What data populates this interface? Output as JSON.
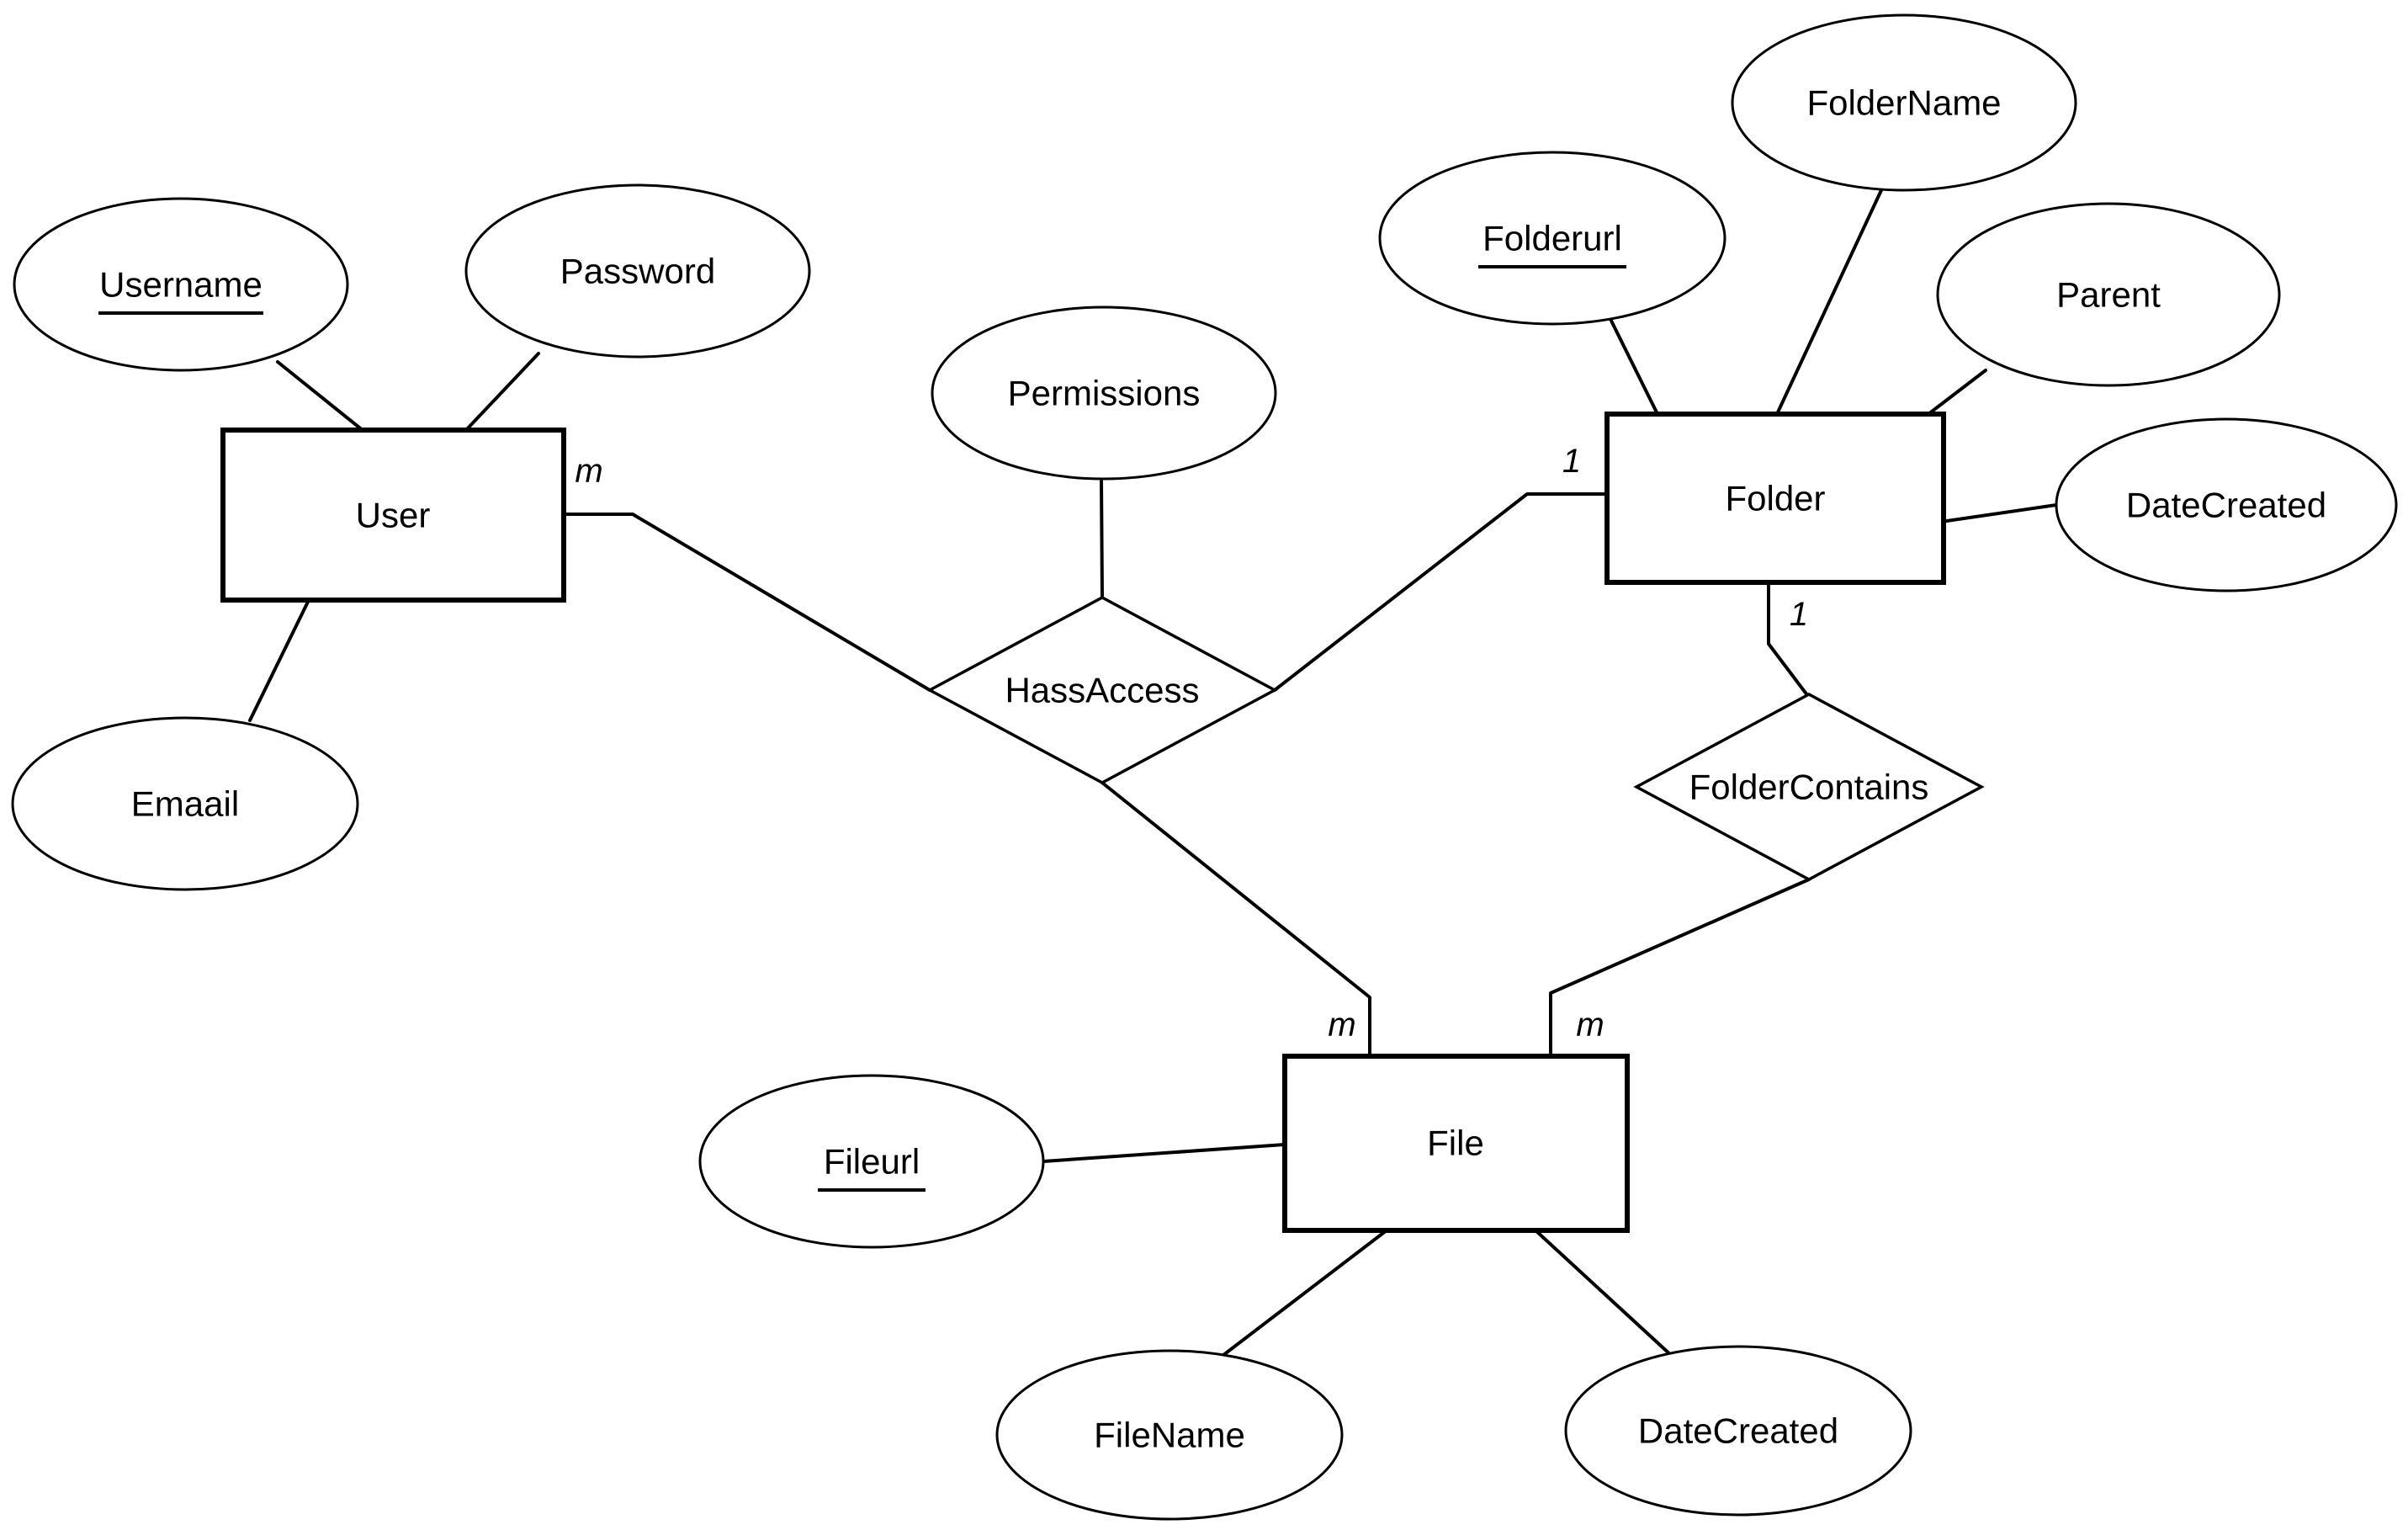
{
  "diagram": {
    "kind": "er-diagram",
    "background_color": "#ffffff",
    "stroke_color": "#000000",
    "entities": [
      {
        "label": "User"
      },
      {
        "label": "Folder"
      },
      {
        "label": "File"
      }
    ],
    "relationships": [
      {
        "label": "HassAccess",
        "connects": [
          "User",
          "Folder",
          "File"
        ]
      },
      {
        "label": "FolderContains",
        "connects": [
          "Folder",
          "File"
        ]
      }
    ],
    "attributes": [
      {
        "label": "Username",
        "entity": "User",
        "primary_key": true
      },
      {
        "label": "Password",
        "entity": "User",
        "primary_key": false
      },
      {
        "label": "Emaail",
        "entity": "User",
        "primary_key": false
      },
      {
        "label": "Permissions",
        "entity": "HassAccess",
        "primary_key": false
      },
      {
        "label": "Folderurl",
        "entity": "Folder",
        "primary_key": true
      },
      {
        "label": "FolderName",
        "entity": "Folder",
        "primary_key": false
      },
      {
        "label": "Parent",
        "entity": "Folder",
        "primary_key": false
      },
      {
        "label": "DateCreated",
        "entity": "Folder",
        "primary_key": false
      },
      {
        "label": "Fileurl",
        "entity": "File",
        "primary_key": true
      },
      {
        "label": "FileName",
        "entity": "File",
        "primary_key": false
      },
      {
        "label": "DateCreated",
        "entity": "File",
        "primary_key": false
      }
    ],
    "cardinalities": [
      {
        "label": "m",
        "edge": "User-HassAccess"
      },
      {
        "label": "1",
        "edge": "Folder-HassAccess"
      },
      {
        "label": "1",
        "edge": "Folder-FolderContains"
      },
      {
        "label": "m",
        "edge": "File-HassAccess"
      },
      {
        "label": "m",
        "edge": "File-FolderContains"
      }
    ]
  }
}
